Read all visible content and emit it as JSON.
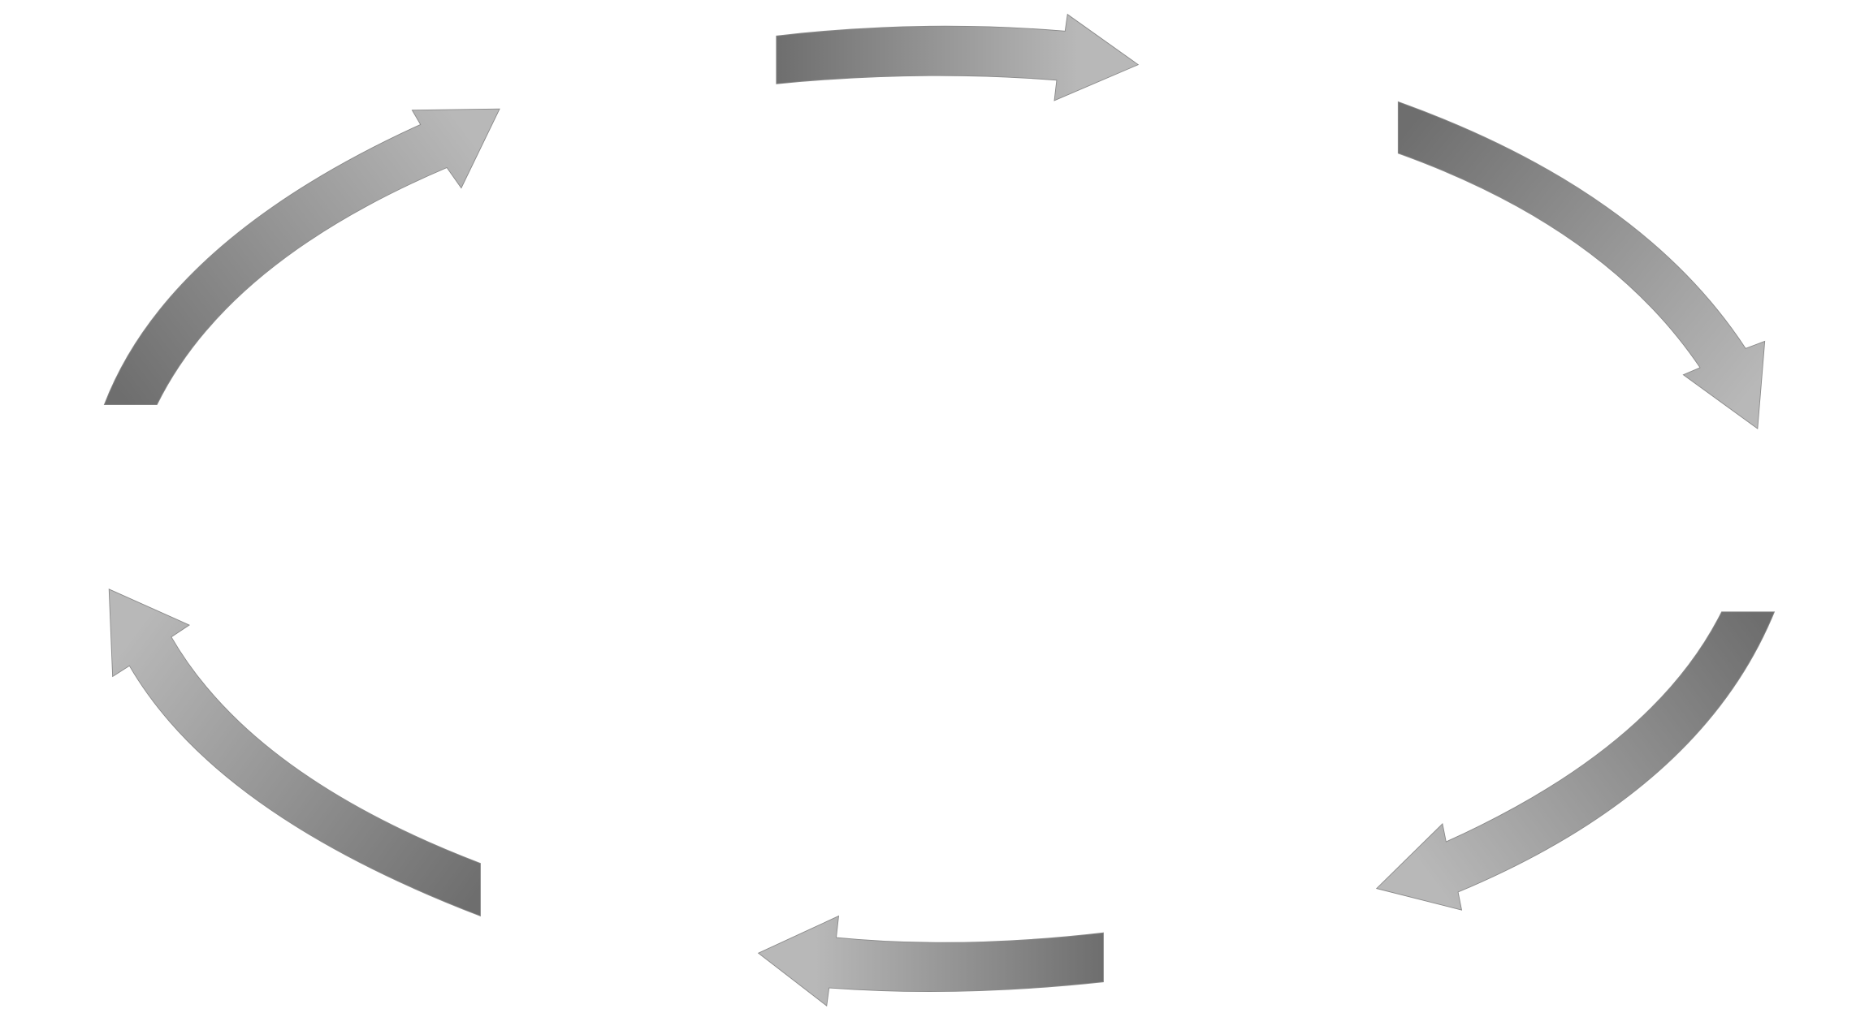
{
  "diagram": {
    "type": "cycle",
    "direction": "clockwise",
    "arrow_count": 6,
    "arrows": [
      {
        "id": "top",
        "icon": "curved-arrow-right"
      },
      {
        "id": "upper-right",
        "icon": "curved-arrow-down-right"
      },
      {
        "id": "lower-right",
        "icon": "curved-arrow-down-left"
      },
      {
        "id": "bottom",
        "icon": "curved-arrow-left"
      },
      {
        "id": "lower-left",
        "icon": "curved-arrow-up-left"
      },
      {
        "id": "upper-left",
        "icon": "curved-arrow-up-right"
      }
    ],
    "colors": {
      "background": "#ffffff",
      "gradient_dark": "#6e6e6e",
      "gradient_light": "#b8b8b8"
    }
  }
}
